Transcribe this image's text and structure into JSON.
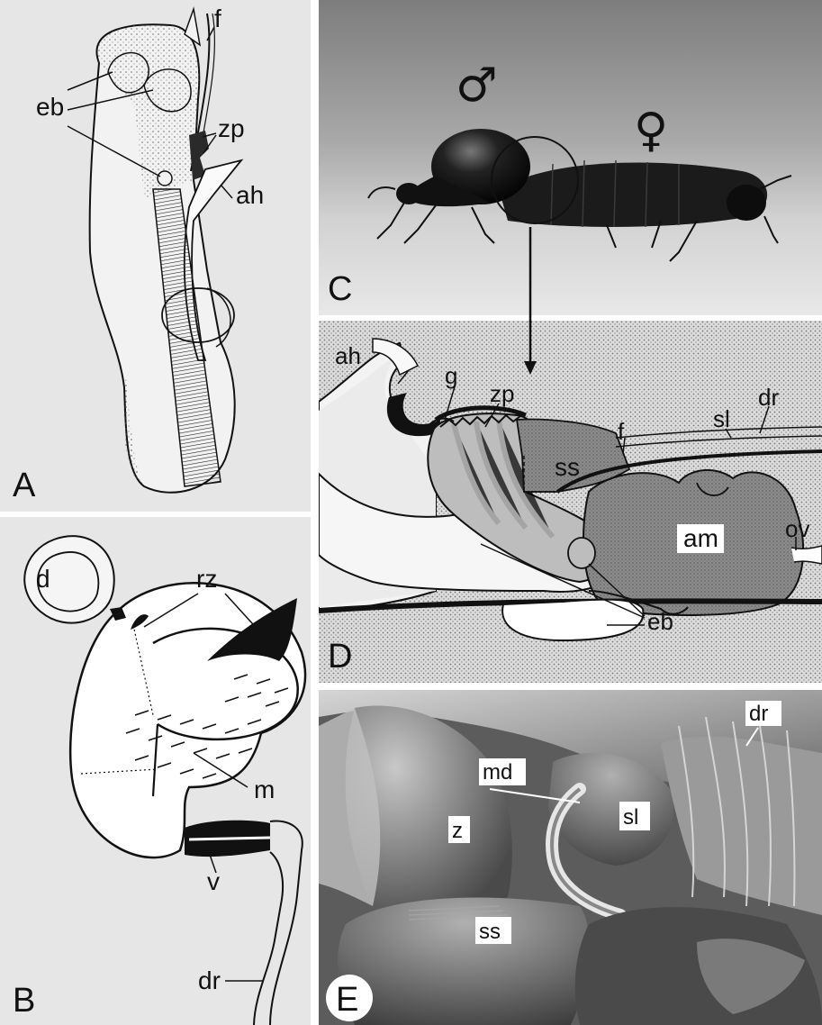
{
  "figure": {
    "panel_letters": {
      "a": "A",
      "b": "B",
      "c": "C",
      "d": "D",
      "e": "E"
    },
    "panel_a": {
      "labels": {
        "eb": "eb",
        "f": "f",
        "zp": "zp",
        "ah": "ah"
      }
    },
    "panel_b": {
      "labels": {
        "d": "d",
        "rz": "rz",
        "m": "m",
        "v": "v",
        "dr": "dr"
      }
    },
    "panel_c": {
      "symbols": {
        "male": "♂",
        "female": "♀"
      }
    },
    "panel_d": {
      "labels": {
        "ah": "ah",
        "g": "g",
        "zp": "zp",
        "f": "f",
        "sl": "sl",
        "dr": "dr",
        "ss": "ss",
        "am": "am",
        "ov": "ov",
        "eb": "eb"
      }
    },
    "panel_e": {
      "labels": {
        "dr": "dr",
        "md": "md",
        "z": "z",
        "sl": "sl",
        "ss": "ss"
      }
    }
  },
  "colors": {
    "panel_bg": "#e6e6e6",
    "ink": "#111111",
    "stipple_bg": "#d8d8d8",
    "mid_gray": "#9a9a9a",
    "dark_gray": "#7c7c7c"
  }
}
